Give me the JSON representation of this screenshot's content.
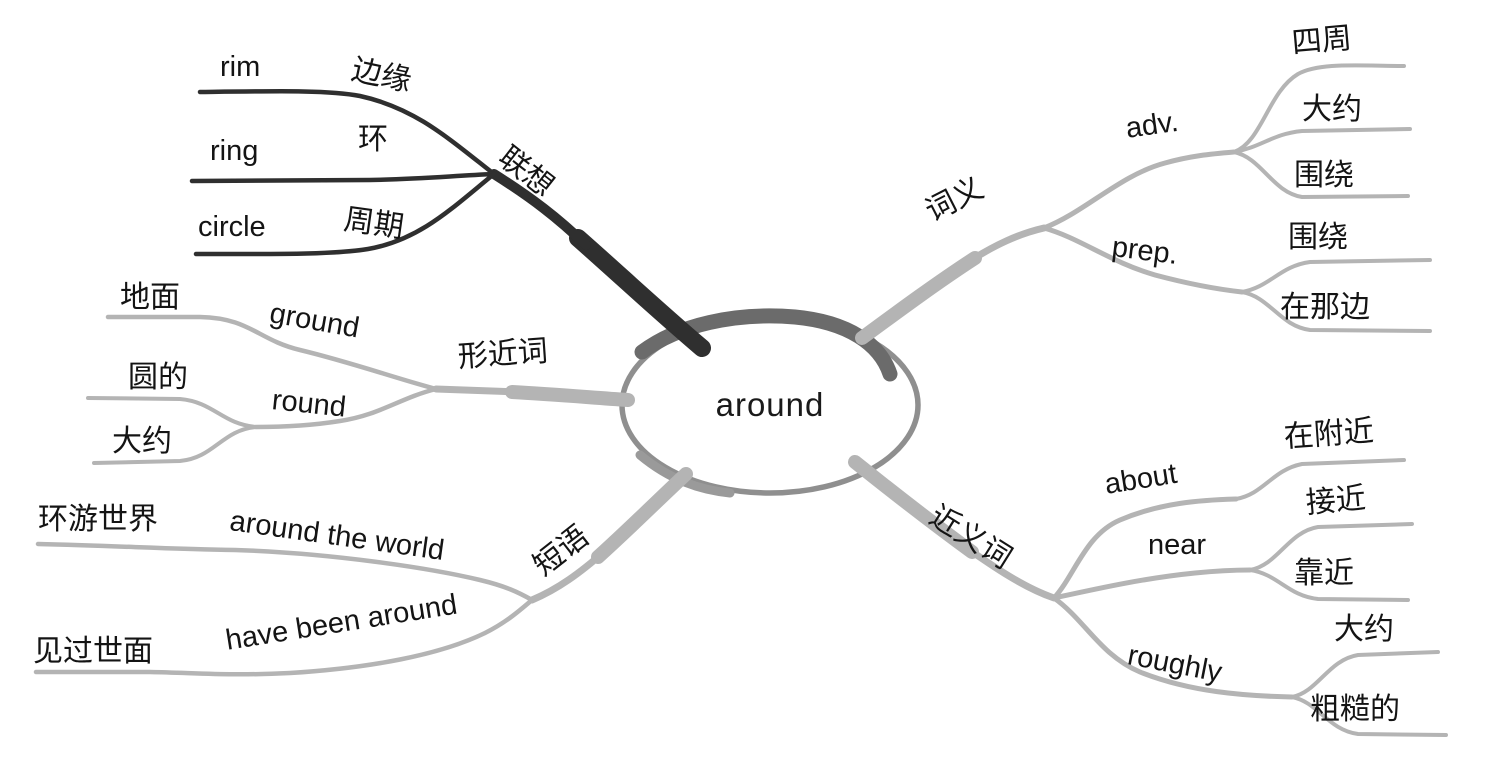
{
  "center": {
    "label": "around"
  },
  "branches": {
    "association": {
      "label": "联想",
      "items": [
        {
          "en": "rim",
          "zh": "边缘"
        },
        {
          "en": "ring",
          "zh": "环"
        },
        {
          "en": "circle",
          "zh": "周期"
        }
      ]
    },
    "similar_words": {
      "label": "形近词",
      "items": [
        {
          "en": "ground",
          "zh": [
            "地面"
          ]
        },
        {
          "en": "round",
          "zh": [
            "圆的",
            "大约"
          ]
        }
      ]
    },
    "phrases": {
      "label": "短语",
      "items": [
        {
          "en": "around the world",
          "zh": "环游世界"
        },
        {
          "en": "have been around",
          "zh": "见过世面"
        }
      ]
    },
    "meanings": {
      "label": "词义",
      "items": [
        {
          "en": "adv.",
          "zh": [
            "四周",
            "大约",
            "围绕"
          ]
        },
        {
          "en": "prep.",
          "zh": [
            "围绕",
            "在那边"
          ]
        }
      ]
    },
    "synonyms": {
      "label": "近义词",
      "items": [
        {
          "en": "about",
          "zh": [
            "在附近"
          ]
        },
        {
          "en": "near",
          "zh": [
            "接近",
            "靠近"
          ]
        },
        {
          "en": "roughly",
          "zh": [
            "大约",
            "粗糙的"
          ]
        }
      ]
    }
  },
  "colors": {
    "dark_branch": "#2f2f2f",
    "gray_branch": "#b4b4b4",
    "center_ring": "#8f8f8f",
    "center_swoosh": "#6b6b6b",
    "text": "#141414",
    "background": "#ffffff"
  }
}
